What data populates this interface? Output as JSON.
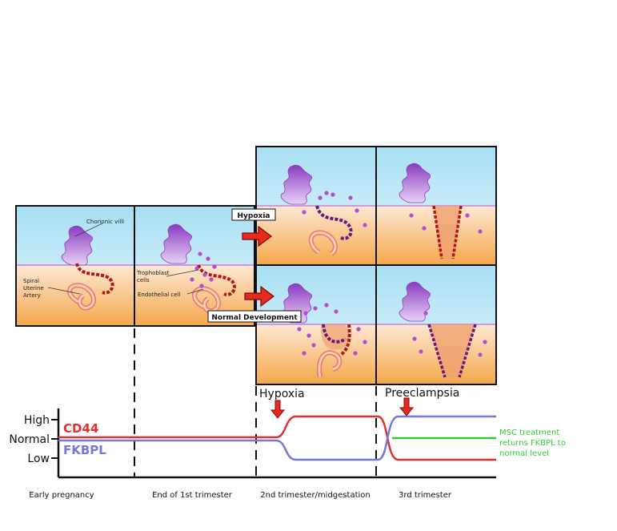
{
  "panels": {
    "labels": {
      "chorionic_villi": "Chorionic villi",
      "spiral_line1": "Spiral",
      "spiral_line2": "Uterine",
      "spiral_line3": "Artery",
      "trophoblast_line1": "Trophoblast",
      "trophoblast_line2": "cells",
      "endothelial": "Endothelial cell"
    },
    "arrows": {
      "hypoxia": "Hypoxia",
      "normal": "Normal Development"
    }
  },
  "graph": {
    "y_ticks": [
      "High",
      "Normal",
      "Low"
    ],
    "series": [
      {
        "name": "CD44",
        "color": "#e03030"
      },
      {
        "name": "FKBPL",
        "color": "#7777d6"
      }
    ],
    "markers": [
      "Hypoxia",
      "Preeclampsia"
    ],
    "annotation_line1": "MSC treatment",
    "annotation_line2": "returns FKBPL to",
    "annotation_line3": "normal level",
    "annotation_color": "#33cc33",
    "stages": [
      "Early pregnancy",
      "End of 1st trimester",
      "2nd trimester/midgestation",
      "3rd trimester"
    ]
  },
  "colors": {
    "arrow": "#e8291c",
    "villi": "#9b4fc4",
    "artery": "#b01818",
    "cell": "#b24fd0"
  }
}
